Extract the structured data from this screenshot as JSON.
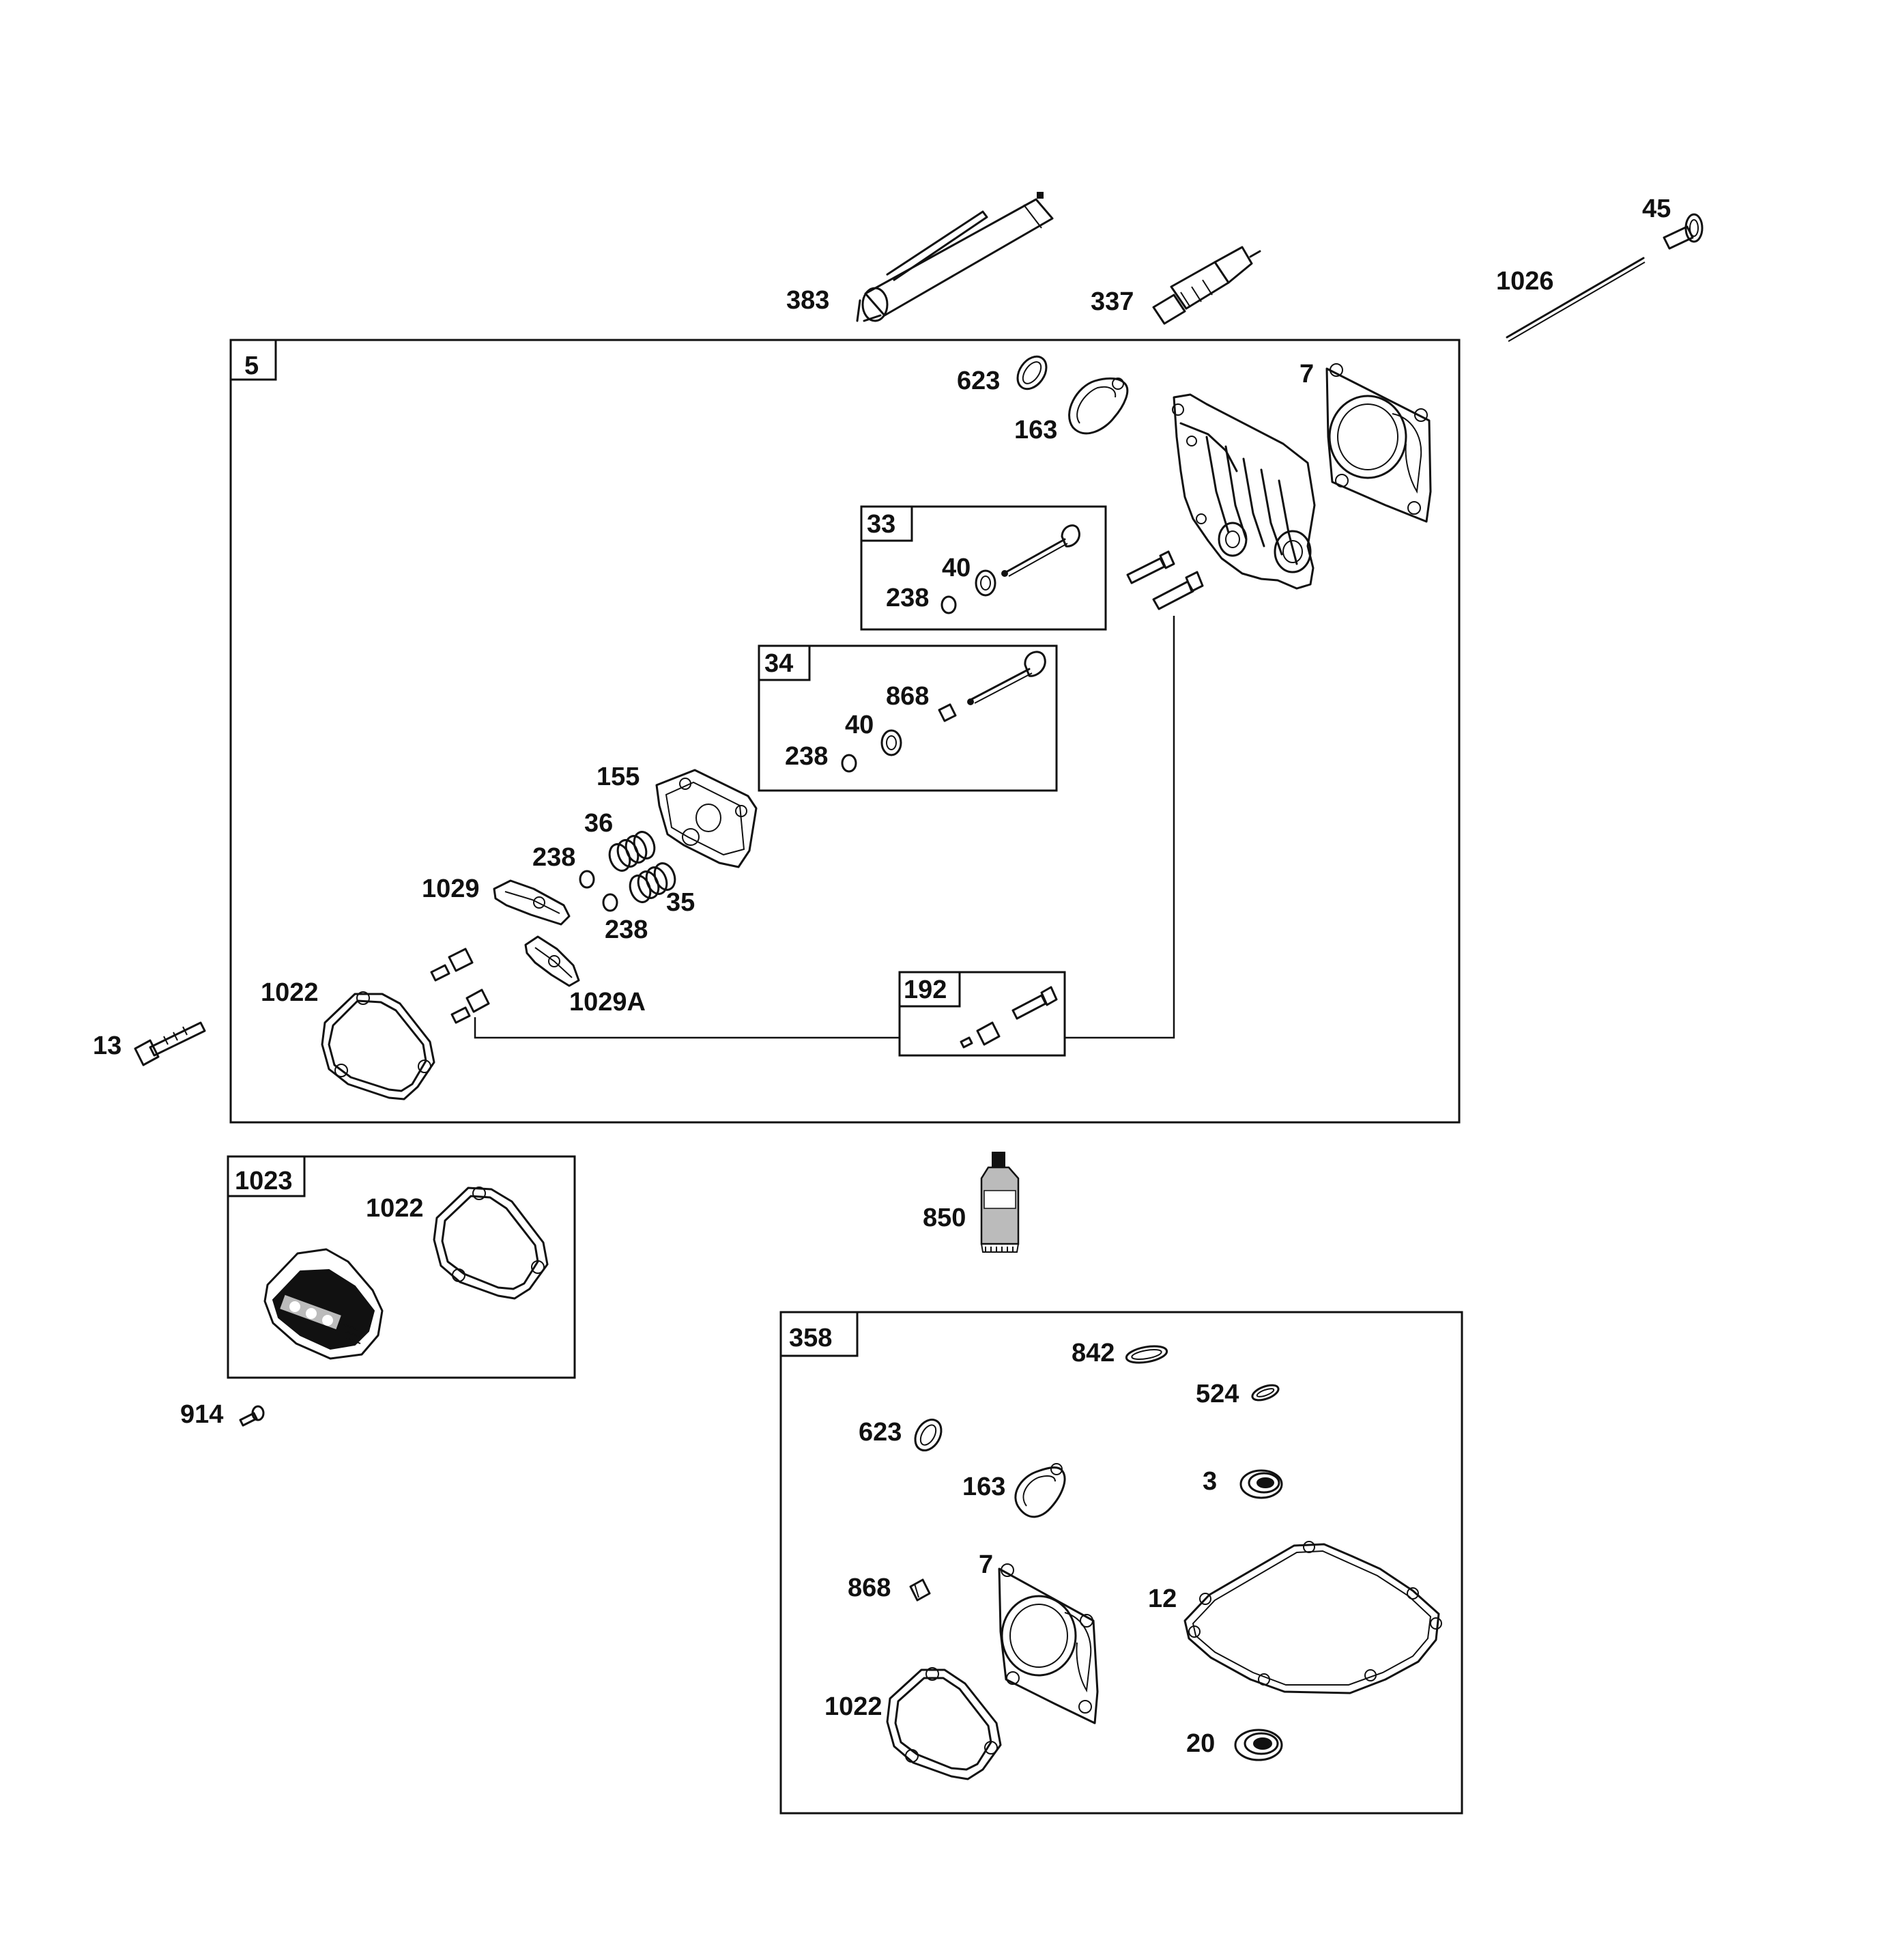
{
  "groups": {
    "g5": "5",
    "g33": "33",
    "g34": "34",
    "g192": "192",
    "g1023": "1023",
    "g358": "358"
  },
  "labels": {
    "p383": "383",
    "p337": "337",
    "p45": "45",
    "p1026": "1026",
    "p623": "623",
    "p163": "163",
    "p7": "7",
    "p40a": "40",
    "p238a": "238",
    "p868": "868",
    "p40b": "40",
    "p238b": "238",
    "p155": "155",
    "p36": "36",
    "p238c": "238",
    "p1029": "1029",
    "p35": "35",
    "p238d": "238",
    "p1022": "1022",
    "p1029A": "1029A",
    "p13": "13",
    "p1022b": "1022",
    "p850": "850",
    "p914": "914",
    "p842": "842",
    "p524": "524",
    "p623b": "623",
    "p163b": "163",
    "p3": "3",
    "p7b": "7",
    "p868b": "868",
    "p12": "12",
    "p1022c": "1022",
    "p20": "20"
  }
}
